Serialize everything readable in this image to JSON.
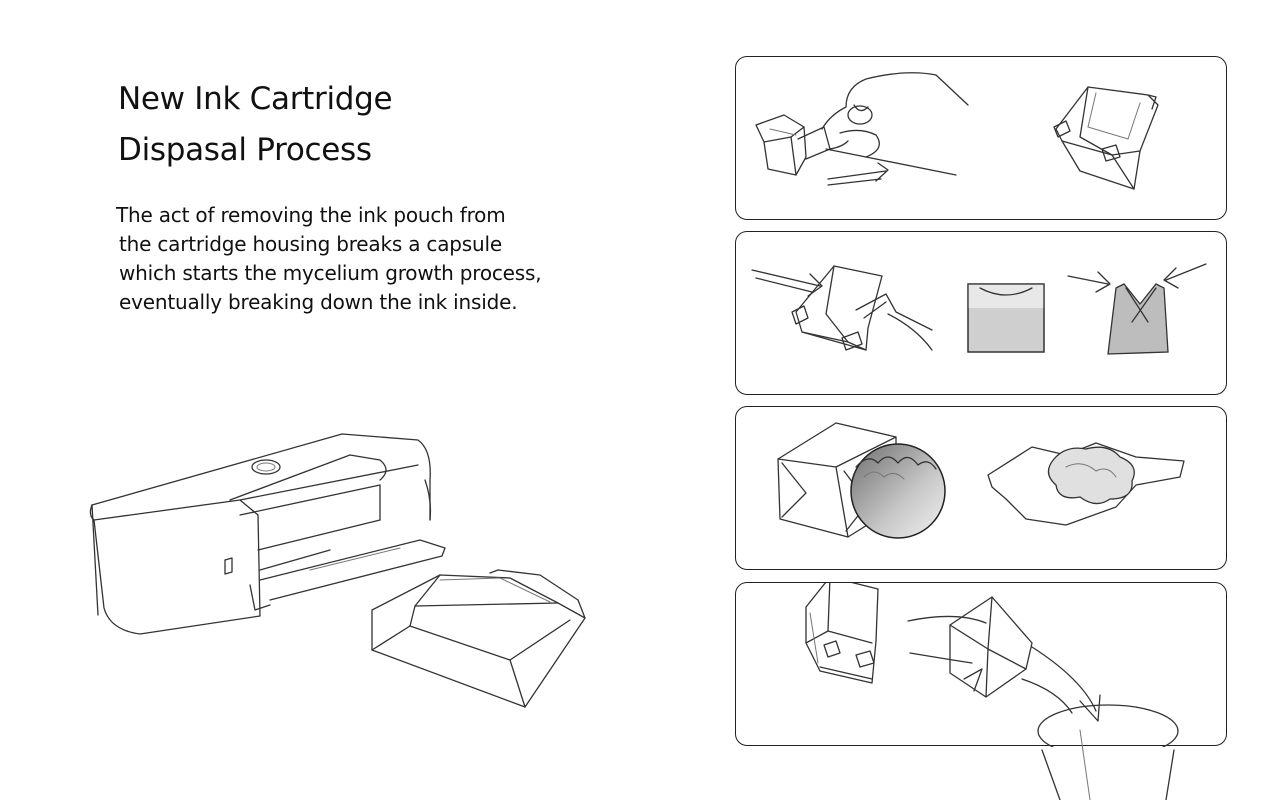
{
  "header": {
    "title_line1": "New Ink Cartridge",
    "title_line2": "Dispasal Process"
  },
  "description": {
    "line1": "The act of removing the ink pouch from",
    "line2": "the cartridge housing breaks a capsule",
    "line3": "which starts the mycelium growth process,",
    "line4": "eventually breaking down the ink inside."
  },
  "illustrations": {
    "main": "printer-with-cartridge-sketch",
    "steps": [
      "remove-pouch-from-cartridge",
      "compress-housing-and-pouch",
      "mycelium-breaks-down-ink",
      "dispose-in-bin"
    ]
  },
  "colors": {
    "ink": "#111111",
    "stroke": "#333333",
    "background": "#ffffff"
  }
}
